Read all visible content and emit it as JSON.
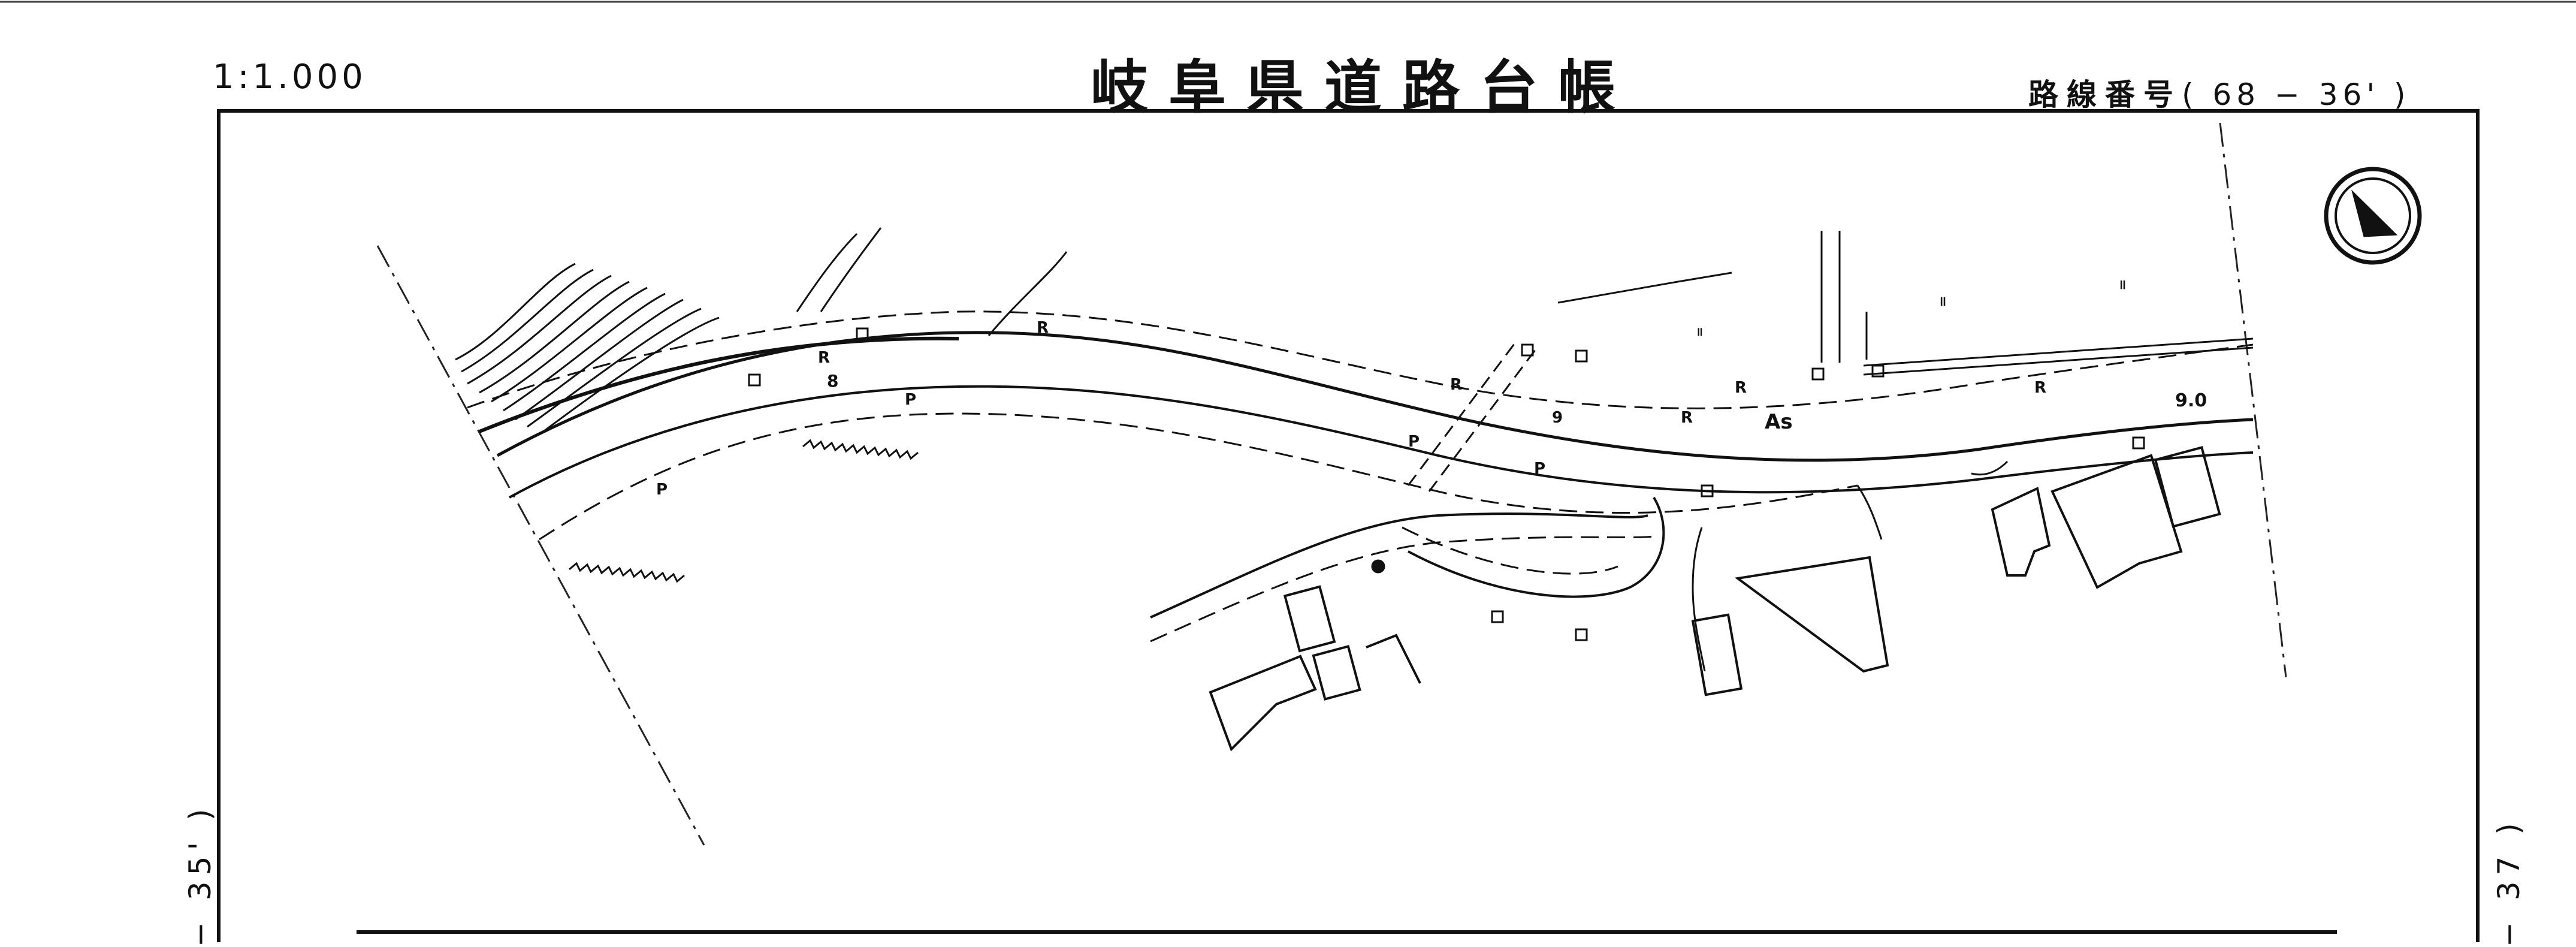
{
  "header": {
    "scale": "1:1.000",
    "title": "岐阜県道路台帳",
    "route_label": "路線番号",
    "route_number": "( 68 − 36' )"
  },
  "margins": {
    "prev_sheet": "− 35' )",
    "next_sheet": "− 37 )"
  },
  "map_labels": {
    "station_8": "8",
    "station_9": "9",
    "road_surface": "As",
    "width_value": "9.0",
    "sidewalk_p": "P",
    "retaining_r": "R",
    "field_mark": "॥"
  },
  "north_arrow": {
    "icon": "north-arrow-icon"
  }
}
